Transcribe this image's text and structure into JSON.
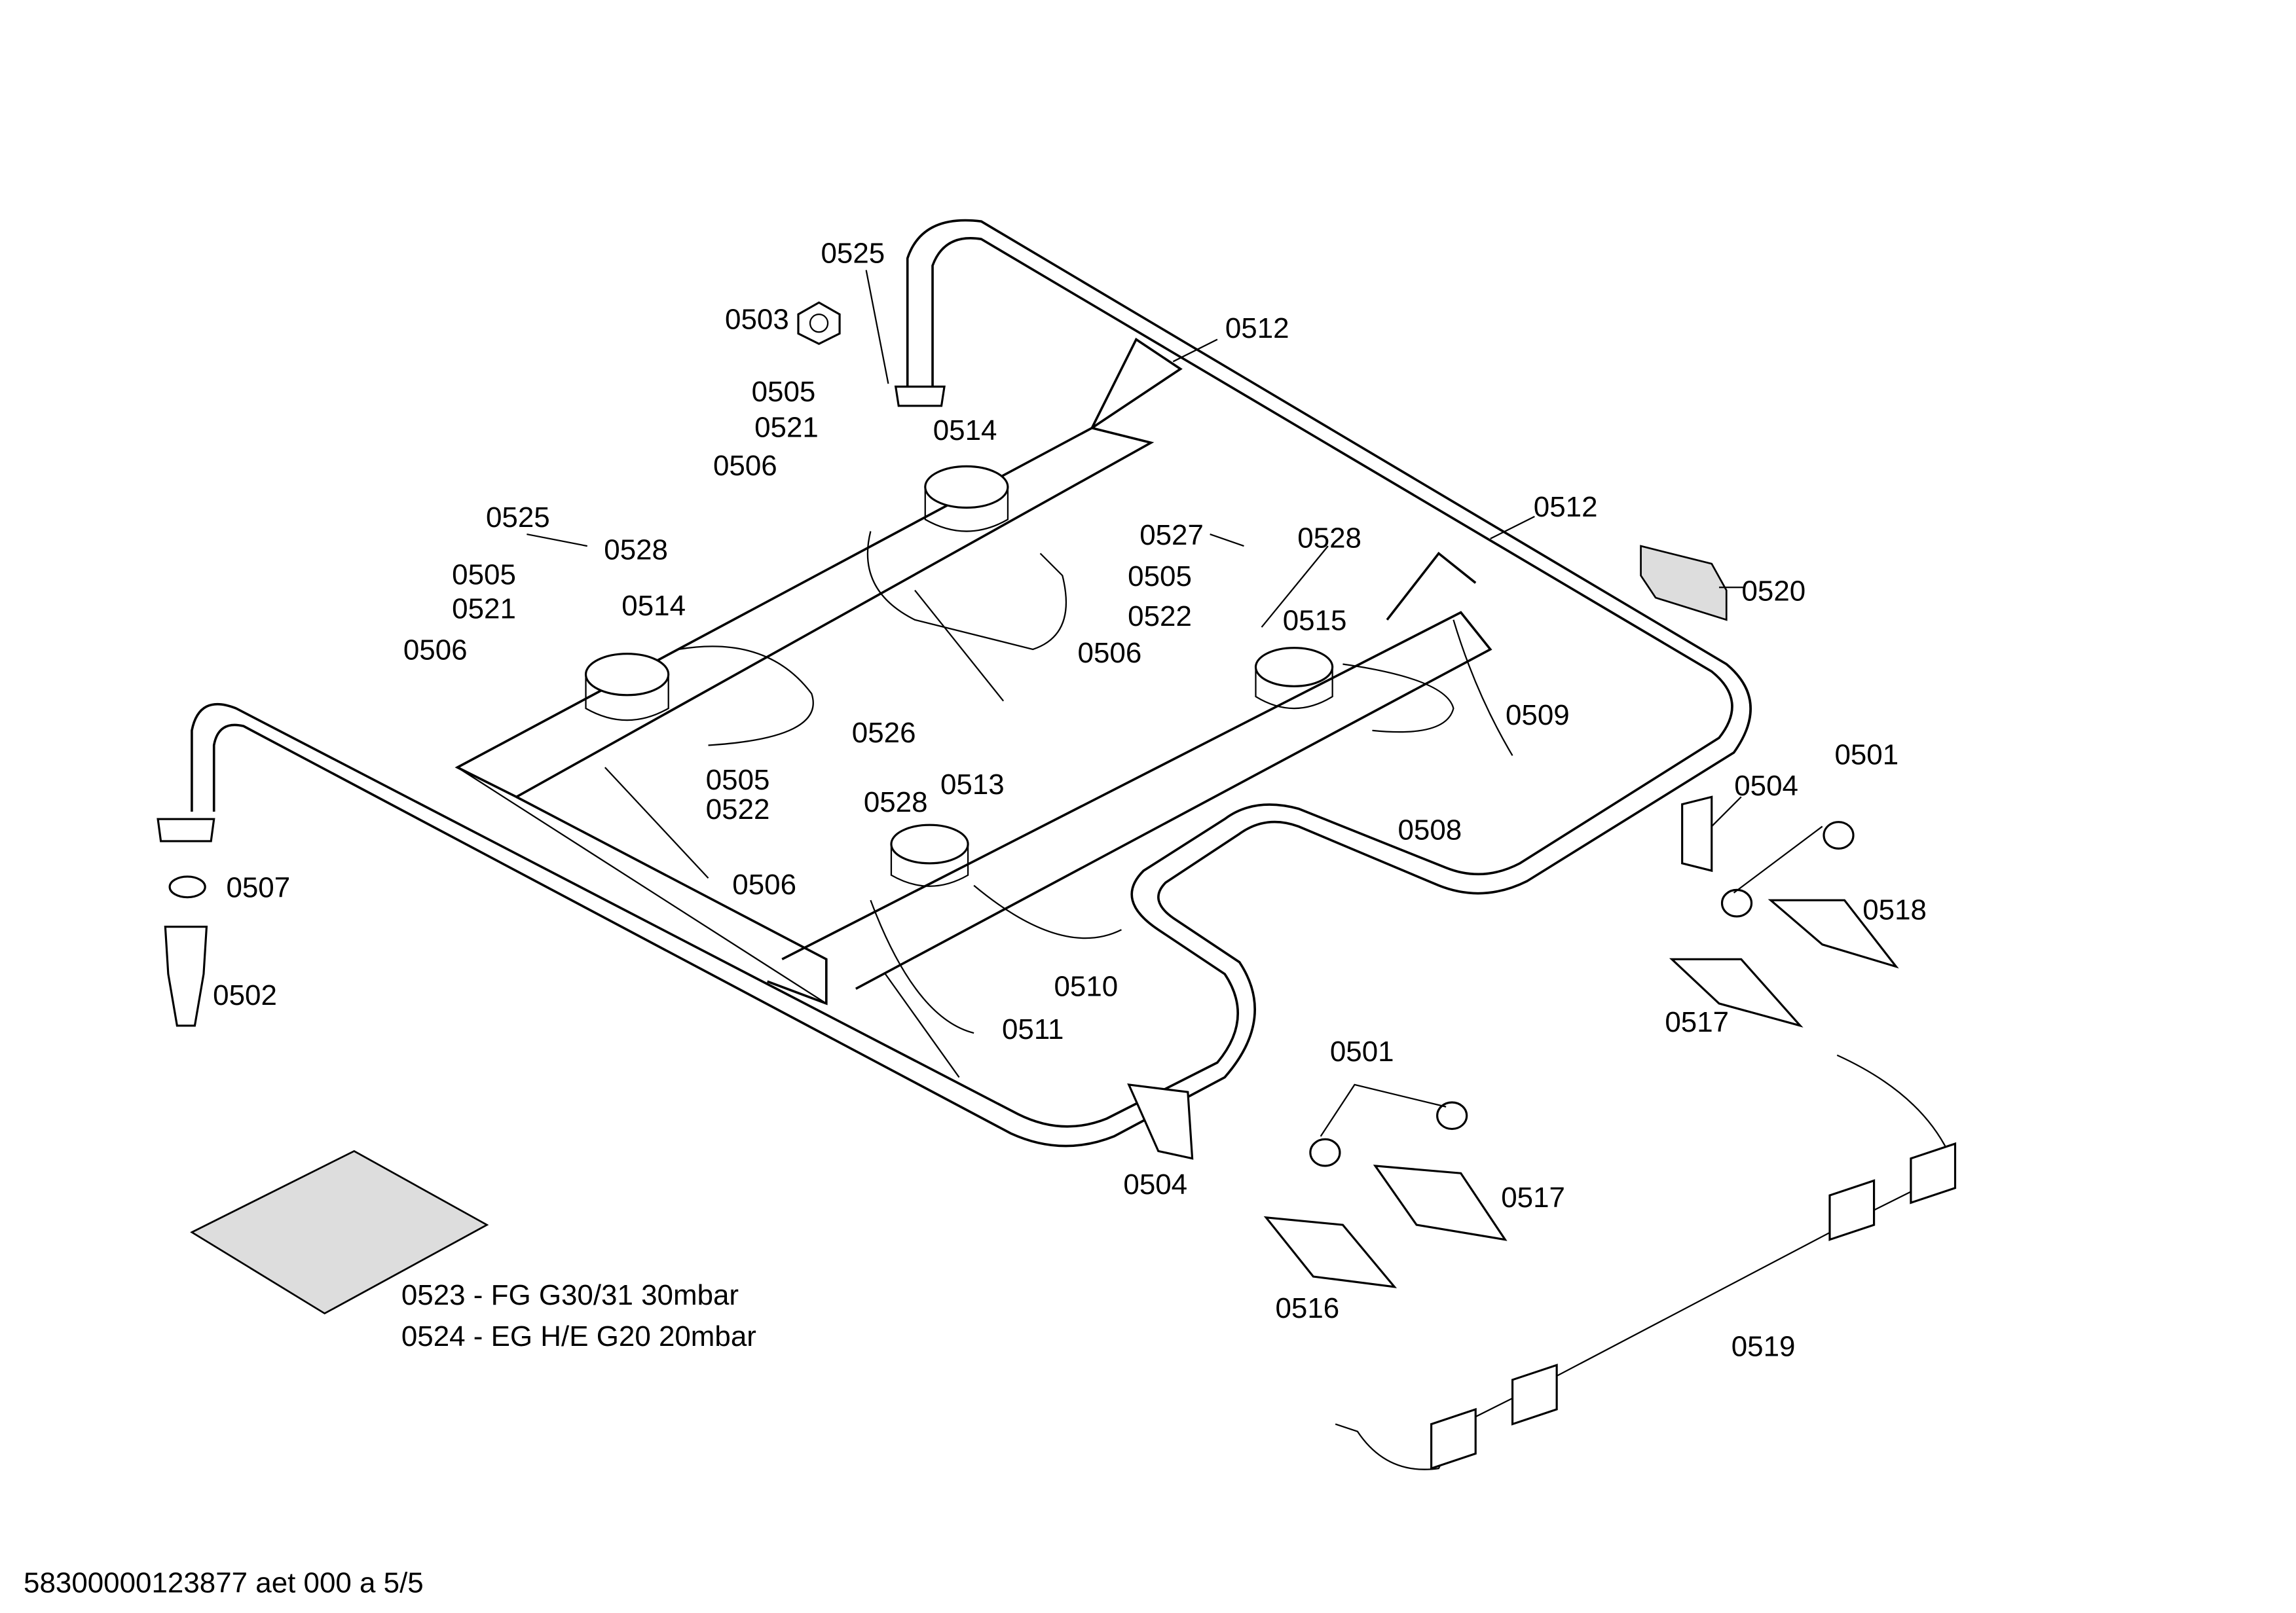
{
  "callouts": [
    "0525",
    "0503",
    "0512",
    "0505",
    "0521",
    "0514",
    "0506",
    "0512",
    "0525",
    "0527",
    "0528",
    "0528",
    "0505",
    "0505",
    "0520",
    "0521",
    "0514",
    "0522",
    "0515",
    "0506",
    "0506",
    "0509",
    "0526",
    "0501",
    "0505",
    "0513",
    "0504",
    "0528",
    "0522",
    "0508",
    "0506",
    "0507",
    "0518",
    "0510",
    "0502",
    "0511",
    "0517",
    "0501",
    "0504",
    "0517",
    "0516",
    "0519"
  ],
  "notes": [
    "0523 - FG G30/31 30mbar",
    "0524 - EG H/E G20 20mbar"
  ],
  "footer": "58300000123877 aet 000 a 5/5"
}
